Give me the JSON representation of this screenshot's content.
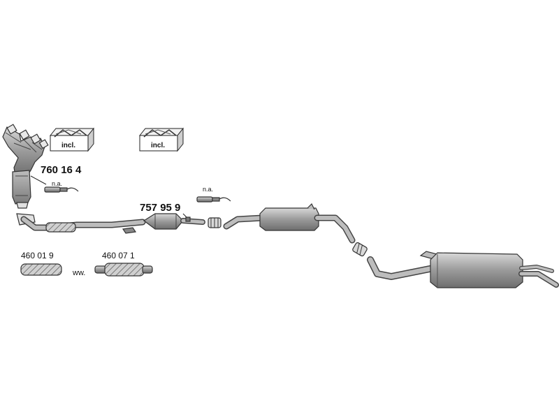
{
  "labels": {
    "manifold_part": "760 16 4",
    "catalyst_part": "757 95 9",
    "flex_pipe_1": "460 01 9",
    "flex_pipe_2": "460 07 1",
    "na_1": "n.a.",
    "na_2": "n.a.",
    "incl_1": "incl.",
    "incl_2": "incl.",
    "ww": "ww."
  },
  "icons": {
    "manifold": "exhaust-manifold-icon",
    "catalyst": "catalytic-converter-icon",
    "lambda_sensor": "lambda-sensor-icon",
    "mounting_kit": "mounting-kit-box-icon",
    "clamp": "pipe-clamp-icon",
    "flex_pipe": "flex-pipe-icon",
    "middle_silencer": "middle-silencer-icon",
    "rear_silencer": "rear-silencer-icon"
  },
  "colors": {
    "part_fill": "#9a9a9a",
    "part_stroke": "#333333",
    "pipe_fill": "#bdbdbd",
    "background": "#ffffff"
  }
}
